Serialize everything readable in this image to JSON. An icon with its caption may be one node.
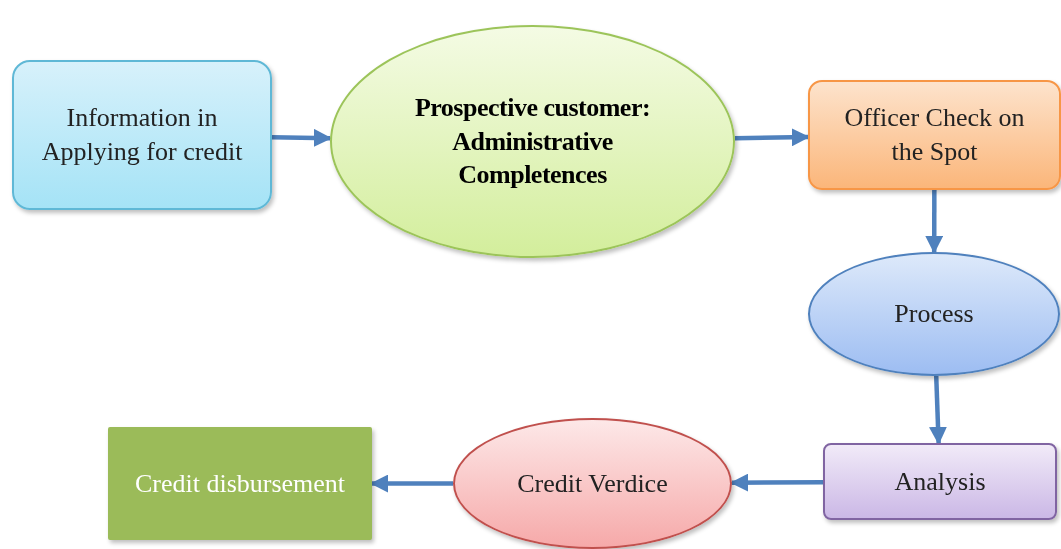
{
  "diagram": {
    "nodes": [
      {
        "text": [
          "Information in Applying for credit"
        ]
      },
      {
        "text": [
          "Prospective customer: Administrative Completences"
        ]
      },
      {
        "text": [
          "Officer Check on the Spot"
        ]
      },
      {
        "text": [
          "Process"
        ]
      },
      {
        "text": [
          "Analysis"
        ]
      },
      {
        "text": [
          "Credit Verdice"
        ]
      },
      {
        "text": [
          "Credit disbursement"
        ]
      }
    ],
    "edges": [
      {
        "from": 0,
        "to": 1,
        "arrow": "to"
      },
      {
        "from": 1,
        "to": 2,
        "arrow": "to"
      },
      {
        "from": 2,
        "to": 3,
        "arrow": "to"
      },
      {
        "from": 3,
        "to": 4,
        "arrow": "to"
      },
      {
        "from": 4,
        "to": 5,
        "arrow": "to"
      },
      {
        "from": 5,
        "to": 6,
        "arrow": "to"
      }
    ]
  }
}
